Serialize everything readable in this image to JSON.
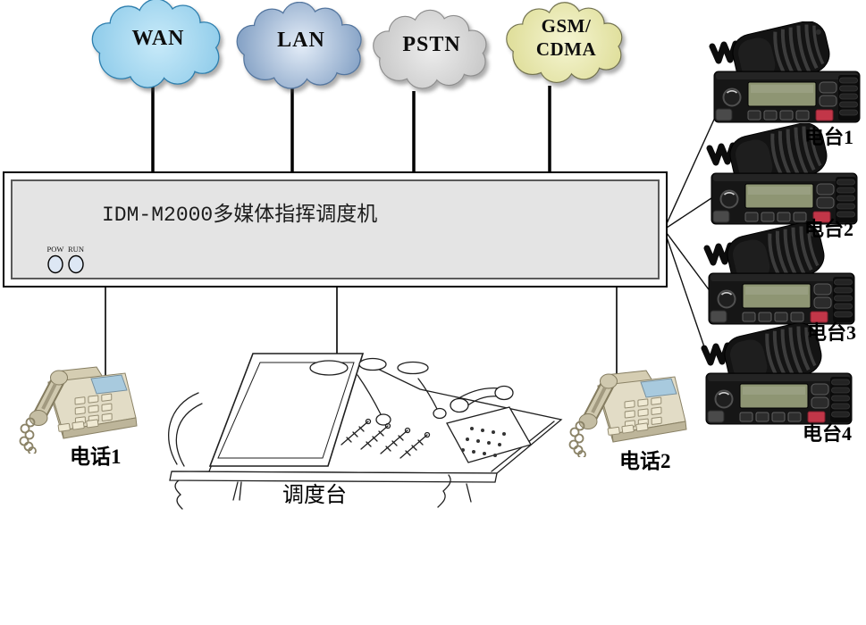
{
  "clouds": {
    "wan": {
      "label": "WAN"
    },
    "lan": {
      "label": "LAN"
    },
    "pstn": {
      "label": "PSTN"
    },
    "gsm": {
      "line1": "GSM/",
      "line2": "CDMA"
    }
  },
  "main_unit": {
    "title": "IDM-M2000多媒体指挥调度机",
    "led_pow": "POW",
    "led_run": "RUN"
  },
  "radios": [
    {
      "label": "电台1"
    },
    {
      "label": "电台2"
    },
    {
      "label": "电台3"
    },
    {
      "label": "电台4"
    }
  ],
  "phones": [
    {
      "label": "电话1"
    },
    {
      "label": "电话2"
    }
  ],
  "console": {
    "label": "调度台"
  },
  "colors": {
    "wan_center": "#c8eaf9",
    "wan_edge": "#8ccae9",
    "wan_stroke": "#2e7fae",
    "lan_center": "#e4edf8",
    "lan_edge": "#7f9dc2",
    "lan_stroke": "#54769f",
    "pstn_center": "#ededed",
    "pstn_edge": "#c4c4c4",
    "pstn_stroke": "#8e8e8e",
    "gsm_center": "#f5f5d2",
    "gsm_edge": "#dddc95",
    "gsm_stroke": "#72724f",
    "panel_fill": "#e4e4e4",
    "led_fill": "#dde7f4",
    "lcd_fill": "#8e9573",
    "power_button_fill": "#c23648"
  }
}
